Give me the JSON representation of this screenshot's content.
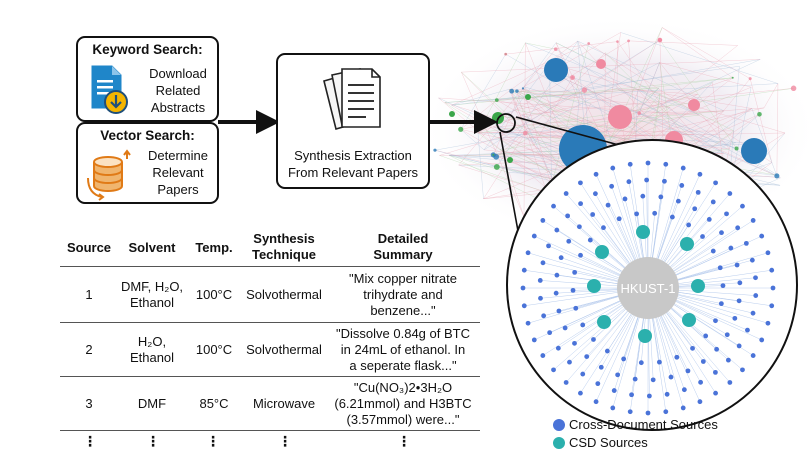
{
  "keyword_search": {
    "title": "Keyword Search:",
    "line1": "Download",
    "line2": "Related",
    "line3": "Abstracts",
    "icon": "document-download-icon"
  },
  "vector_search": {
    "title": "Vector Search:",
    "line1": "Determine",
    "line2": "Relevant",
    "line3": "Papers",
    "icon": "database-sync-icon"
  },
  "extraction": {
    "line1": "Synthesis Extraction",
    "line2": "From Relevant Papers",
    "icon": "stacked-papers-icon"
  },
  "graph": {
    "center_label": "HKUST-1"
  },
  "legend": {
    "cross_document": "Cross-Document Sources",
    "csd": "CSD Sources"
  },
  "colors": {
    "cross_document": "#4a73d8",
    "csd": "#2bb0ad",
    "hub": "#c8c8c8",
    "network_blue": "#2a7ab8",
    "network_pink": "#f08aa0",
    "network_green": "#3aa64a"
  },
  "table": {
    "headers": {
      "source": "Source",
      "solvent": "Solvent",
      "temp": "Temp.",
      "technique_1": "Synthesis",
      "technique_2": "Technique",
      "summary_1": "Detailed",
      "summary_2": "Summary"
    },
    "rows": [
      {
        "source": "1",
        "solvent_1": "DMF, H₂O,",
        "solvent_2": "Ethanol",
        "temp": "100°C",
        "technique": "Solvothermal",
        "summary_1": "\"Mix copper nitrate",
        "summary_2": "trihydrate and",
        "summary_3": "benzene...\""
      },
      {
        "source": "2",
        "solvent_1": "H₂O,",
        "solvent_2": "Ethanol",
        "temp": "100°C",
        "technique": "Solvothermal",
        "summary_1": "\"Dissolve 0.84g of BTC",
        "summary_2": "in 24mL of ethanol. In",
        "summary_3": "a seperate flask...\""
      },
      {
        "source": "3",
        "solvent_1": "DMF",
        "temp": "85°C",
        "technique": "Microwave",
        "summary_1": "\"Cu(NO₃)2•3H₂O",
        "summary_2": "(6.21mmol) and H3BTC",
        "summary_3": "(3.57mmol) were...\""
      }
    ],
    "ellipsis": "⋮"
  }
}
